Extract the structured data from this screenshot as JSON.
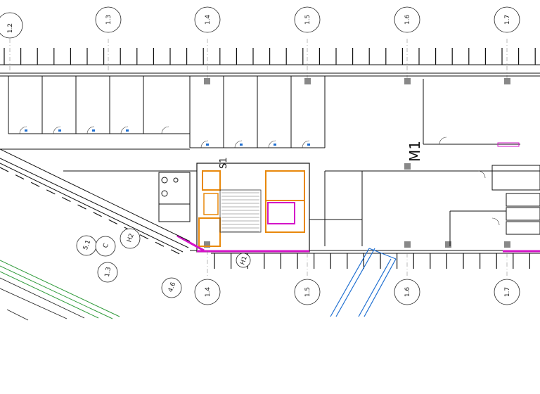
{
  "top_grid_labels": [
    "1.2",
    "1.3",
    "1.4",
    "1.5",
    "1.6",
    "1.7"
  ],
  "bottom_grid_labels": [
    "1.4",
    "1.5",
    "1.6",
    "1.7"
  ],
  "diagonal_grid_labels": [
    "5.1",
    "C",
    "H2",
    "1.3",
    "4.6"
  ],
  "zone_labels": {
    "m1": "M1",
    "s1": "S1",
    "h1": "H1"
  },
  "colors": {
    "wall": "#111111",
    "orange": "#e8880c",
    "magenta": "#d414c8",
    "blue": "#1f6fd1",
    "green": "#2f9a3a",
    "grid": "#444444"
  }
}
